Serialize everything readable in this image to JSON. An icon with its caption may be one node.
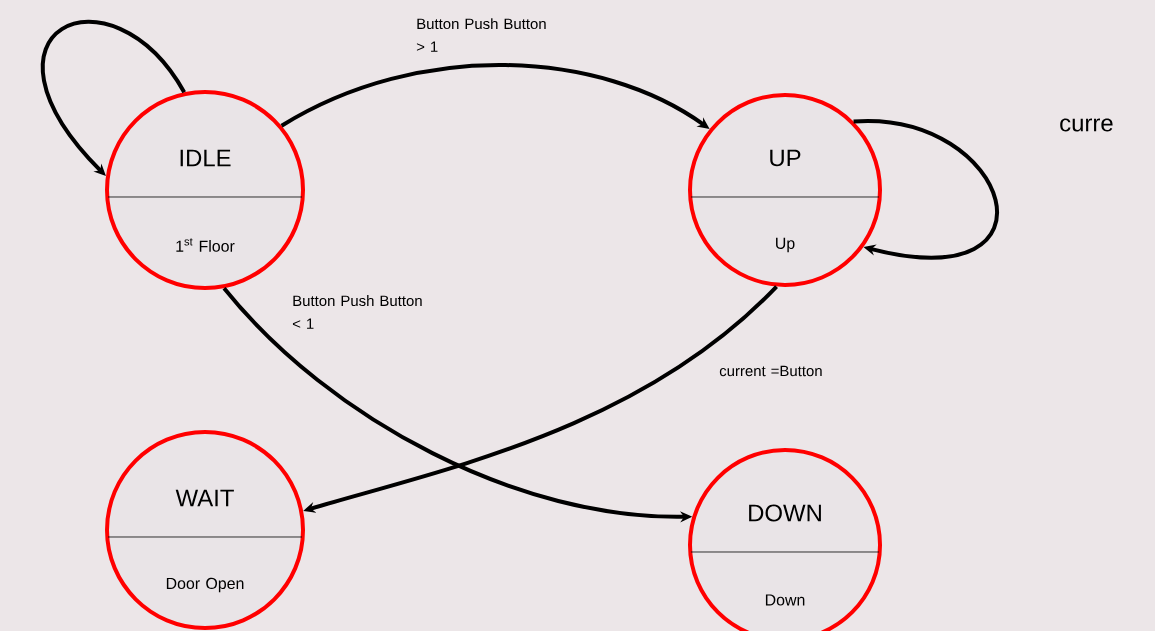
{
  "diagram": {
    "nodes": [
      {
        "text": [
          "IDLE",
          "1$^{st}$ Floor"
        ]
      },
      {
        "text": [
          "UP",
          "Up"
        ]
      },
      {
        "text": [
          "WAIT",
          "Door Open"
        ]
      },
      {
        "text": [
          "DOWN",
          "Down"
        ]
      }
    ],
    "edges": [
      {
        "from": 0,
        "to": 0,
        "arrow": "to"
      },
      {
        "from": 0,
        "to": 1,
        "arrow": "to",
        "label": "Button Push Button > 1"
      },
      {
        "from": 0,
        "to": 3,
        "arrow": "to",
        "label": "Button Push Button < 1"
      },
      {
        "from": 1,
        "to": 1,
        "arrow": "to"
      },
      {
        "from": 1,
        "to": 2,
        "arrow": "to",
        "label": "current =Button"
      }
    ],
    "labels": [
      "curre"
    ]
  }
}
